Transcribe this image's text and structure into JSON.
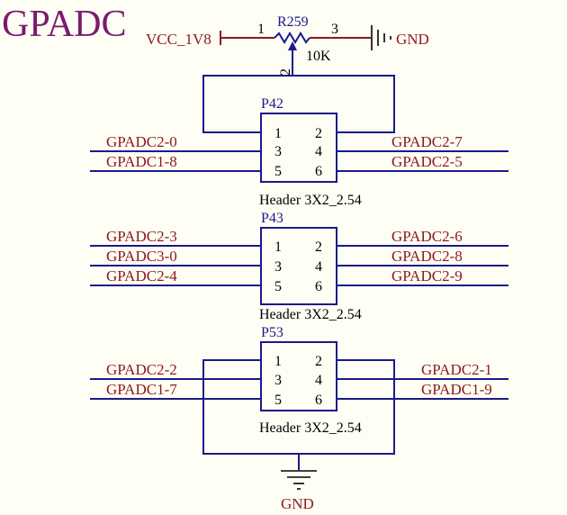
{
  "title": "GPADC",
  "resistor": {
    "designator": "R259",
    "value": "10K",
    "net_left": "VCC_1V8",
    "net_right": "GND",
    "pin1": "1",
    "pin2": "2",
    "pin3": "3"
  },
  "headers": [
    {
      "designator": "P42",
      "comment": "Header 3X2_2.54",
      "pins_left": [
        "1",
        "3",
        "5"
      ],
      "pins_right": [
        "2",
        "4",
        "6"
      ],
      "nets_left": [
        "GPADC2-0",
        "GPADC1-8"
      ],
      "nets_right": [
        "GPADC2-7",
        "GPADC2-5"
      ]
    },
    {
      "designator": "P43",
      "comment": "Header 3X2_2.54",
      "pins_left": [
        "1",
        "3",
        "5"
      ],
      "pins_right": [
        "2",
        "4",
        "6"
      ],
      "nets_left": [
        "GPADC2-3",
        "GPADC3-0",
        "GPADC2-4"
      ],
      "nets_right": [
        "GPADC2-6",
        "GPADC2-8",
        "GPADC2-9"
      ]
    },
    {
      "designator": "P53",
      "comment": "Header 3X2_2.54",
      "pins_left": [
        "1",
        "3",
        "5"
      ],
      "pins_right": [
        "2",
        "4",
        "6"
      ],
      "nets_left": [
        "GPADC2-2",
        "GPADC1-7"
      ],
      "nets_right": [
        "GPADC2-1",
        "GPADC1-9"
      ]
    }
  ],
  "ground_label": "GND"
}
